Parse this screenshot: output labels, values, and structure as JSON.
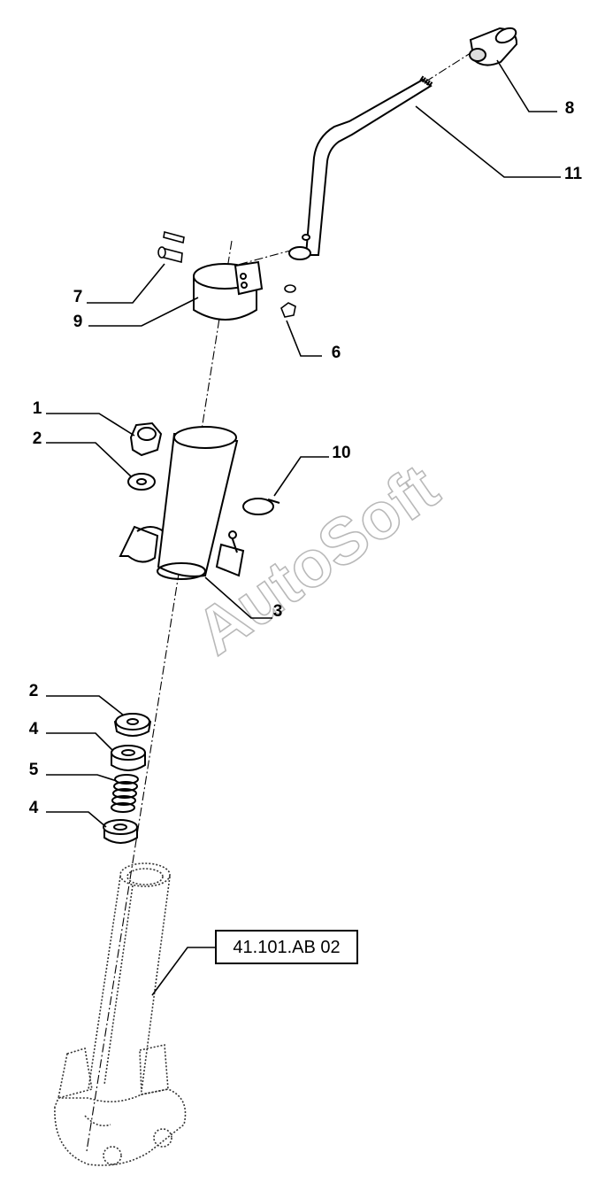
{
  "watermark": "AutoSoft",
  "reference_label": "41.101.AB 02",
  "callouts": {
    "c1": "1",
    "c2a": "2",
    "c2b": "2",
    "c3": "3",
    "c4a": "4",
    "c4b": "4",
    "c5": "5",
    "c6": "6",
    "c7": "7",
    "c8": "8",
    "c9": "9",
    "c10": "10",
    "c11": "11"
  },
  "colors": {
    "line": "#000000",
    "ghost": "#333333",
    "watermark": "#b9b9b9"
  }
}
